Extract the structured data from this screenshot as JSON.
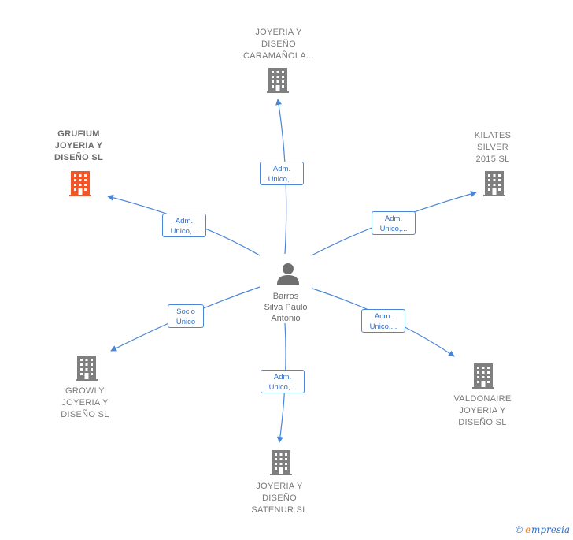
{
  "center": {
    "name": "Barros\nSilva Paulo\nAntonio",
    "icon": "person-icon"
  },
  "companies": [
    {
      "id": "caramanola",
      "name": "JOYERIA Y\nDISEÑO\nCARAMAÑOLA...",
      "icon": "building-icon",
      "highlight": false
    },
    {
      "id": "kilates",
      "name": "KILATES\nSILVER\n2015 SL",
      "icon": "building-icon",
      "highlight": false
    },
    {
      "id": "valdonaire",
      "name": "VALDONAIRE\nJOYERIA Y\nDISEÑO  SL",
      "icon": "building-icon",
      "highlight": false
    },
    {
      "id": "satenur",
      "name": "JOYERIA Y\nDISEÑO\nSATENUR  SL",
      "icon": "building-icon",
      "highlight": false
    },
    {
      "id": "growly",
      "name": "GROWLY\nJOYERIA Y\nDISEÑO  SL",
      "icon": "building-icon",
      "highlight": false
    },
    {
      "id": "grufium",
      "name": "GRUFIUM\nJOYERIA Y\nDISEÑO  SL",
      "icon": "building-icon",
      "highlight": true
    }
  ],
  "relations": [
    {
      "to": "caramanola",
      "label": "Adm.\nUnico,..."
    },
    {
      "to": "kilates",
      "label": "Adm.\nUnico,..."
    },
    {
      "to": "valdonaire",
      "label": "Adm.\nUnico,..."
    },
    {
      "to": "satenur",
      "label": "Adm.\nUnico,..."
    },
    {
      "to": "growly",
      "label": "Socio\nÚnico"
    },
    {
      "to": "grufium",
      "label": "Adm.\nUnico,..."
    }
  ],
  "colors": {
    "edge": "#4a86d8",
    "building": "#7f7f7f",
    "highlight": "#f0562a",
    "person": "#6f6f6f"
  },
  "footer": {
    "copyright": "©",
    "brand_e": "e",
    "brand_rest": "mpresia"
  }
}
